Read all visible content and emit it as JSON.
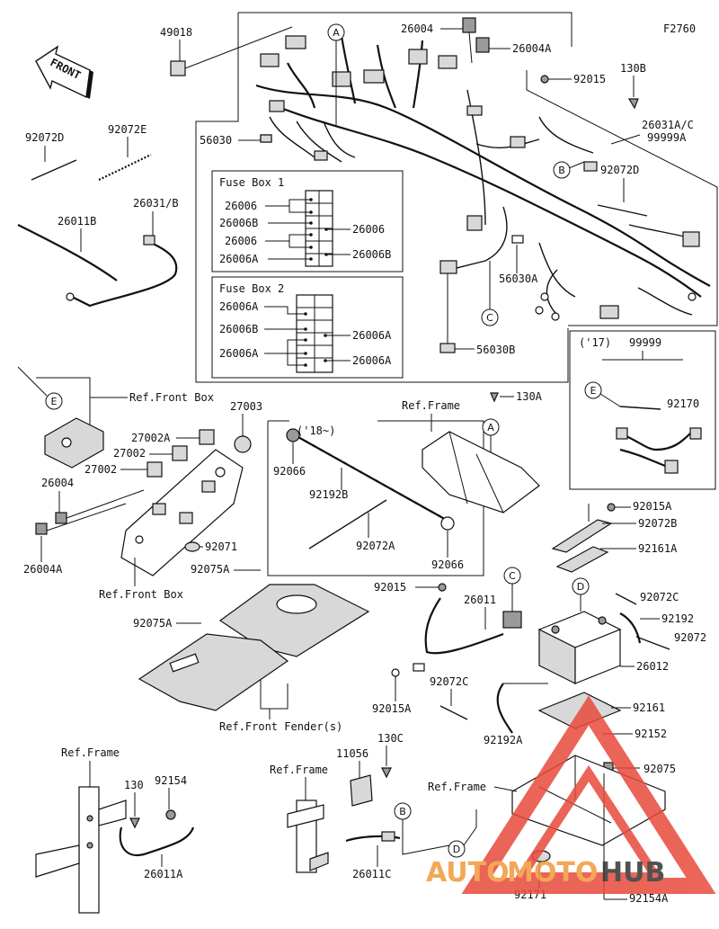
{
  "figure_code": "F2760",
  "front_label": "FRONT",
  "watermark": {
    "auto": "AUTO",
    "moto": "MOTO",
    "hub": "HUB",
    "color_auto": "#f29a3a",
    "color_moto": "#f29a3a",
    "color_hub": "#333333",
    "triangle_color": "#e84a3c"
  },
  "fuse_box_1": {
    "title": "Fuse Box 1",
    "left": [
      "26006",
      "26006B",
      "26006",
      "26006A"
    ],
    "right": [
      "26006",
      "26006B"
    ]
  },
  "fuse_box_2": {
    "title": "Fuse Box 2",
    "left": [
      "26006A",
      "26006B",
      "26006A"
    ],
    "right": [
      "26006A",
      "26006A"
    ]
  },
  "inset_17": {
    "title": "('17)",
    "code": "99999",
    "callout": "E",
    "part": "92170"
  },
  "inset_18": {
    "title": "('18~)",
    "parts": [
      "92066",
      "92192B",
      "92072A",
      "92066"
    ]
  },
  "callouts": [
    "A",
    "A",
    "B",
    "B",
    "C",
    "C",
    "D",
    "D",
    "E"
  ],
  "labels": {
    "p49018": "49018",
    "p26004_top": "26004",
    "p26004A_top": "26004A",
    "p92015_top": "92015",
    "p130B": "130B",
    "p26031AC": "26031A/C",
    "p99999A": "99999A",
    "p92072D_right": "92072D",
    "p56030": "56030",
    "p56030A": "56030A",
    "p56030B": "56030B",
    "p92072D_left": "92072D",
    "p92072E": "92072E",
    "p26031B": "26031/B",
    "p26011B": "26011B",
    "ref_front_box_1": "Ref.Front Box",
    "p27003": "27003",
    "p27002A": "27002A",
    "p27002_a": "27002",
    "p27002_b": "27002",
    "p26004_left": "26004",
    "p26004A_left": "26004A",
    "p92071": "92071",
    "ref_front_box_2": "Ref.Front Box",
    "ref_frame_mid": "Ref.Frame",
    "p130A": "130A",
    "p92075A_1": "92075A",
    "p92075A_2": "92075A",
    "ref_front_fenders": "Ref.Front Fender(s)",
    "p92015_mid": "92015",
    "p26011": "26011",
    "p92015A_mid": "92015A",
    "p92072C_mid": "92072C",
    "p92192A": "92192A",
    "p92015A_right": "92015A",
    "p92072B": "92072B",
    "p92161A": "92161A",
    "p92072C_right": "92072C",
    "p92192": "92192",
    "p92072": "92072",
    "p26012": "26012",
    "p92161": "92161",
    "p92152": "92152",
    "p92075": "92075",
    "ref_frame_right": "Ref.Frame",
    "p92171": "92171",
    "p92154A": "92154A",
    "ref_frame_bl": "Ref.Frame",
    "p130": "130",
    "p92154": "92154",
    "p26011A": "26011A",
    "ref_frame_bm": "Ref.Frame",
    "p11056": "11056",
    "p130C": "130C",
    "p26011C": "26011C"
  }
}
